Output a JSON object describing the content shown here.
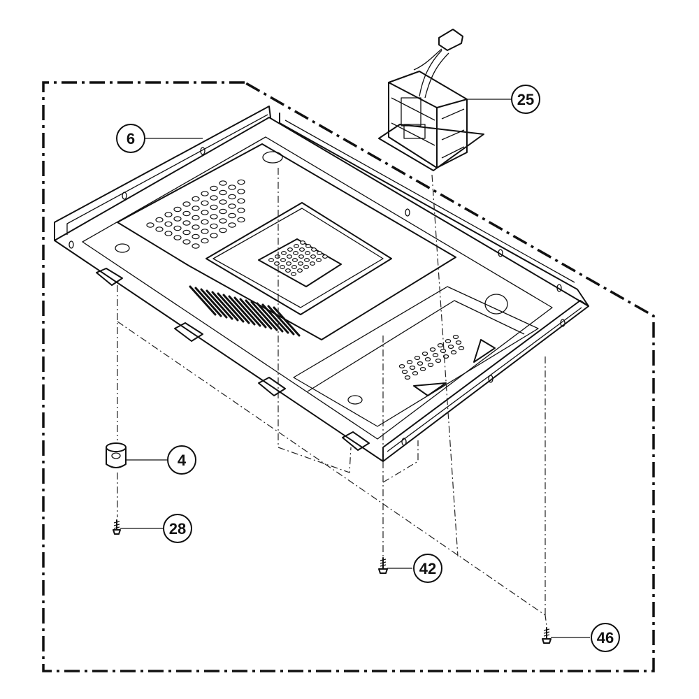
{
  "callouts": [
    {
      "id": "6",
      "label": "6"
    },
    {
      "id": "25",
      "label": "25"
    },
    {
      "id": "4",
      "label": "4"
    },
    {
      "id": "28",
      "label": "28"
    },
    {
      "id": "42",
      "label": "42"
    },
    {
      "id": "46",
      "label": "46"
    }
  ]
}
